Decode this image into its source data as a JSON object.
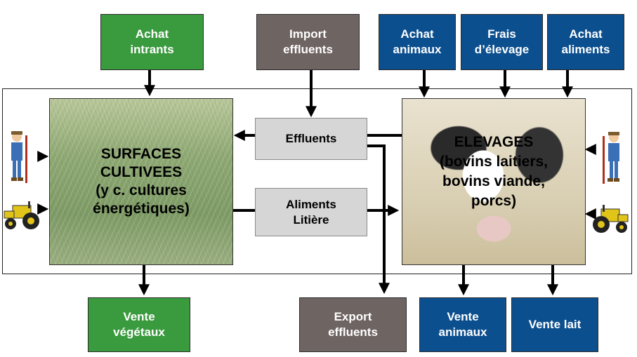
{
  "top": {
    "achat_intrants": "Achat intrants",
    "import_effluents": "Import effluents",
    "achat_animaux": "Achat animaux",
    "frais_elevage": "Frais d’élevage",
    "achat_aliments": "Achat aliments"
  },
  "middle": {
    "effluents": "Effluents",
    "aliments_litiere": "Aliments Litière"
  },
  "surfaces": {
    "line1": "SURFACES",
    "line2": "CULTIVEES",
    "line3": "(y c. cultures",
    "line4": "énergétiques)"
  },
  "elevages": {
    "line1": "ELEVAGES",
    "line2": "(bovins laitiers,",
    "line3": "bovins viande,",
    "line4": "porcs)"
  },
  "bottom": {
    "vente_vegetaux": "Vente végétaux",
    "export_effluents": "Export effluents",
    "vente_animaux": "Vente animaux",
    "vente_lait": "Vente lait"
  },
  "colors": {
    "green": "#3a9a3e",
    "brown": "#6e6462",
    "blue": "#0c4f8f",
    "grey": "#d6d6d6"
  },
  "icons": [
    "farmer-icon",
    "tractor-icon"
  ]
}
